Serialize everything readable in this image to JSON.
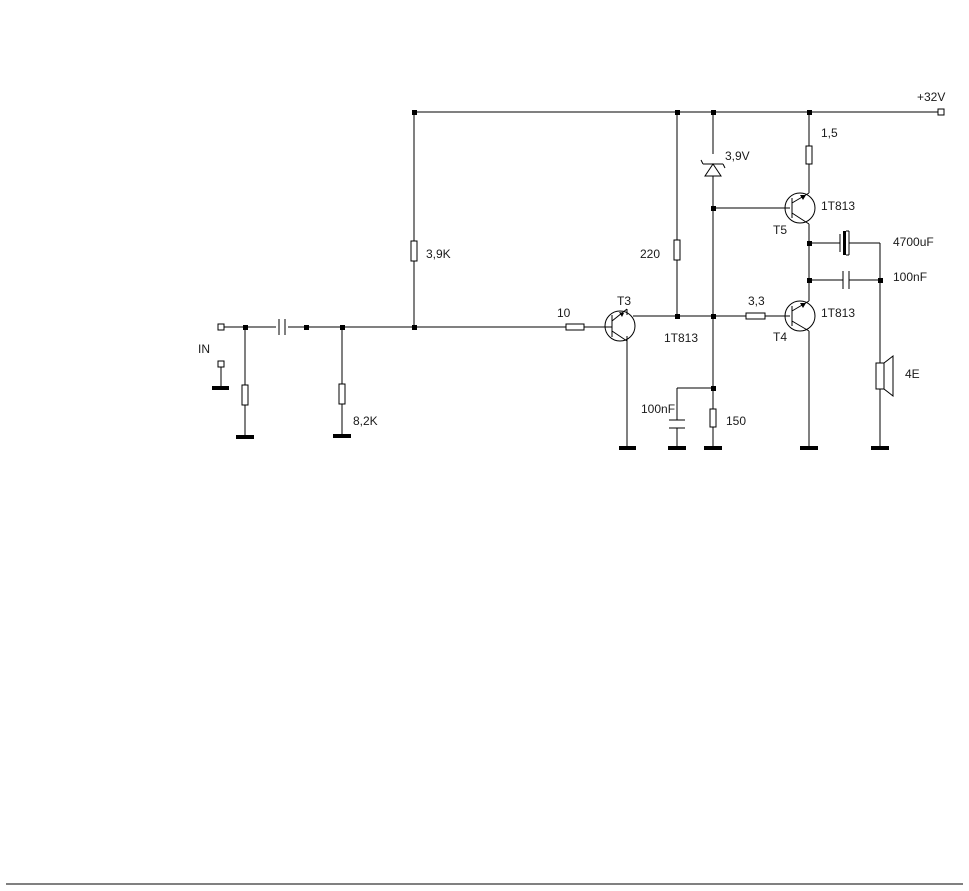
{
  "labels": {
    "vcc": "+32V",
    "input": "IN",
    "r_base_top": "3,9K",
    "r_base_bottom": "8,2K",
    "r_10": "10",
    "r_220": "220",
    "r_33": "3,3",
    "r_15": "1,5",
    "r_150": "150",
    "zener": "3,9V",
    "c_4700": "4700uF",
    "c_100n_out": "100nF",
    "c_100n_low": "100nF",
    "speaker": "4E",
    "t3_name": "T3",
    "t3_type": "1T813",
    "t4_name": "T4",
    "t4_type": "1T813",
    "t5_name": "T5",
    "t5_type": "1T813"
  }
}
